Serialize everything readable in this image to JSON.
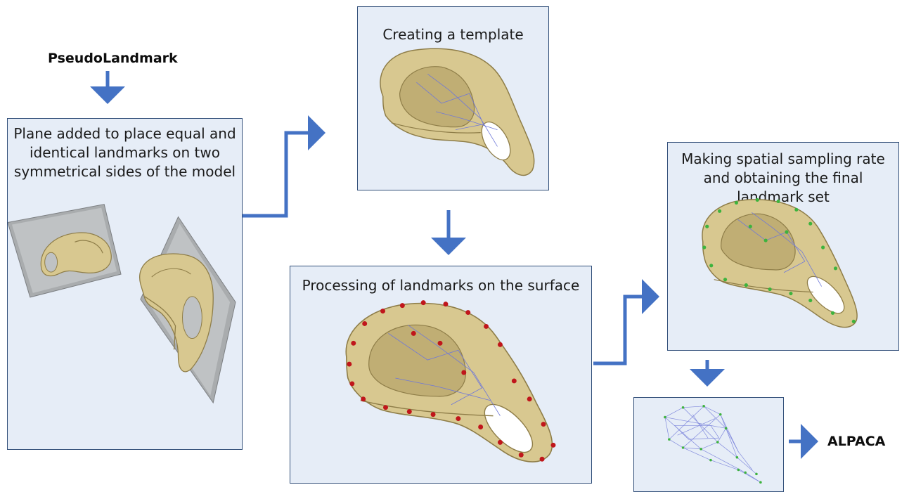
{
  "start_label": "PseudoLandmark",
  "end_label": "ALPACA",
  "steps": {
    "plane": "Plane added to place equal and identical landmarks on two symmetrical sides of the model",
    "template": "Creating a template",
    "processing": "Processing of landmarks on the surface",
    "sampling": "Making spatial sampling rate and obtaining the final landmark set"
  },
  "colors": {
    "arrow": "#4472c4",
    "box_fill": "#e6edf7",
    "box_border": "#33507a",
    "bone": "#d8c890",
    "red_landmark": "#c0161b",
    "green_landmark": "#3db33d",
    "mesh_line": "#6f78d8",
    "plane": "#a9acae"
  }
}
